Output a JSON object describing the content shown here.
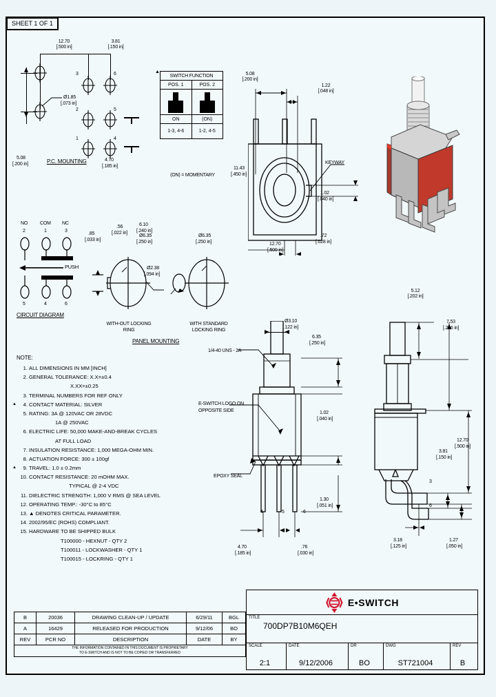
{
  "sheet": {
    "tag": "SHEET 1 OF 1"
  },
  "pc_mounting": {
    "caption": "P.C. MOUNTING",
    "dims": [
      {
        "mm": "12.70",
        "inch": "[.500 in]"
      },
      {
        "mm": "3.81",
        "inch": "[.150 in]"
      },
      {
        "mm": "5.08",
        "inch": "[.200 in]"
      },
      {
        "mm": "4.70",
        "inch": "[.185 in]"
      },
      {
        "mm": "Ø1.85",
        "inch": "[.073 in]"
      }
    ],
    "terminals": [
      "3",
      "6",
      "2",
      "5",
      "1",
      "4"
    ]
  },
  "switch_function": {
    "title": "SWITCH FUNCTION",
    "columns": [
      "POS. 1",
      "POS. 2"
    ],
    "states": [
      "ON",
      "(ON)"
    ],
    "circuits": [
      "1-3, 4-6",
      "1-2, 4-5"
    ],
    "footnote": "(ON) = MOMENTARY"
  },
  "circuit_diagram": {
    "caption": "CIRCUIT DIAGRAM",
    "top_labels": [
      "NO",
      "COM",
      "NC"
    ],
    "top_terminals": [
      "2",
      "1",
      "3"
    ],
    "bottom_terminals": [
      "5",
      "4",
      "6"
    ],
    "action": "PUSH"
  },
  "panel_mounting": {
    "caption": "PANEL MOUNTING",
    "left_label": "WITH-OUT LOCKING\nRING",
    "right_label": "WITH STANDARD\nLOCKING RING",
    "dims": [
      {
        "mm": ".85",
        "inch": "[.033 in]"
      },
      {
        "mm": ".56",
        "inch": "[.022 in]"
      },
      {
        "mm": "Ø6.35",
        "inch": "[.250 in]"
      },
      {
        "mm": "Ø2.38",
        "inch": "[.094 in]"
      },
      {
        "mm": "6.10",
        "inch": "[.240 in]"
      },
      {
        "mm": "Ø6.35",
        "inch": "[.250 in]"
      }
    ]
  },
  "top_view": {
    "keyway_label": "KEYWAY",
    "dims": [
      {
        "mm": "5.08",
        "inch": "[.200 in]"
      },
      {
        "mm": "1.22",
        "inch": "[.048 in]"
      },
      {
        "mm": "11.43",
        "inch": "[.450 in]"
      },
      {
        "mm": "1.02",
        "inch": "[.040 in]"
      },
      {
        "mm": ".72",
        "inch": "[.028 in]"
      },
      {
        "mm": "12.70",
        "inch": "[.500 in]"
      }
    ]
  },
  "front_view": {
    "thread_label": "1/4-40 UNS - 2A",
    "logo_note": "E-SWITCH LOGO ON\nOPPOSITE SIDE",
    "epoxy_label": "EPOXY SEAL",
    "terminals": [
      "4",
      "5",
      "6"
    ],
    "dims": [
      {
        "mm": "Ø3.10",
        "inch": "[.122 in]"
      },
      {
        "mm": "6.35",
        "inch": "[.250 in]"
      },
      {
        "mm": "1.02",
        "inch": "[.040 in]"
      },
      {
        "mm": "1.30",
        "inch": "[.051 in]"
      },
      {
        "mm": "4.70",
        "inch": "[.185 in]"
      },
      {
        "mm": ".76",
        "inch": "[.030 in]"
      }
    ]
  },
  "side_view": {
    "terminals": [
      "3",
      "6"
    ],
    "dims": [
      {
        "mm": "5.12",
        "inch": "[.202 in]"
      },
      {
        "mm": "7.53",
        "inch": "[.296 in]"
      },
      {
        "mm": "12.70",
        "inch": "[.500 in]"
      },
      {
        "mm": "3.81",
        "inch": "[.150 in]"
      },
      {
        "mm": "3.18",
        "inch": "[.125 in]"
      },
      {
        "mm": "1.27",
        "inch": "[.050 in]"
      }
    ]
  },
  "notes": {
    "heading": "NOTE:",
    "items": [
      {
        "n": "1.",
        "text": "ALL DIMENSIONS IN MM [INCH]",
        "critical": false
      },
      {
        "n": "2.",
        "text": "GENERAL TOLERANCE: X.X=±0.4",
        "critical": false
      },
      {
        "n": "",
        "text": "X.XX=±0.25",
        "critical": false,
        "indent": 60
      },
      {
        "n": "3.",
        "text": "TERMINAL NUMBERS FOR REF ONLY",
        "critical": false
      },
      {
        "n": "4.",
        "text": "CONTACT MATERIAL: SILVER",
        "critical": true
      },
      {
        "n": "5.",
        "text": "RATING: 3A @ 120VAC OR 28VDC",
        "critical": false
      },
      {
        "n": "",
        "text": "1A @ 250VAC",
        "critical": false,
        "indent": 38
      },
      {
        "n": "6.",
        "text": "ELECTRIC LIFE: 50,000 MAKE-AND-BREAK CYCLES",
        "critical": false
      },
      {
        "n": "",
        "text": "AT FULL LOAD",
        "critical": false,
        "indent": 38
      },
      {
        "n": "7.",
        "text": "INSULATION RESISTANCE: 1,000 MEGA-OHM MIN.",
        "critical": false
      },
      {
        "n": "8.",
        "text": "ACTUATION FORCE: 300 ± 100gf",
        "critical": false
      },
      {
        "n": "9.",
        "text": "TRAVEL: 1.0 ± 0.2mm",
        "critical": true
      },
      {
        "n": "10.",
        "text": "CONTACT RESISTANCE: 20 mOHM MAX.",
        "critical": false
      },
      {
        "n": "",
        "text": "TYPICAL @ 2-4 VDC",
        "critical": false,
        "indent": 58
      },
      {
        "n": "11.",
        "text": "DIELECTRIC STRENGTH: 1,000 V RMS @ SEA LEVEL",
        "critical": false
      },
      {
        "n": "12.",
        "text": "OPERATING TEMP.: -30°C to 85°C",
        "critical": false
      },
      {
        "n": "13.",
        "text": "▲ DENOTES CRITICAL PARAMETER.",
        "critical": false
      },
      {
        "n": "14.",
        "text": "2002/95/EC (ROHS) COMPLIANT.",
        "critical": false
      },
      {
        "n": "15.",
        "text": "HARDWARE TO BE SHIPPED BULK",
        "critical": false
      },
      {
        "n": "",
        "text": "T100000 - HEXNUT - QTY 2",
        "critical": false,
        "indent": 46
      },
      {
        "n": "",
        "text": "T100011 - LOCKWASHER - QTY 1",
        "critical": false,
        "indent": 46
      },
      {
        "n": "",
        "text": "T100015 - LOCKRING - QTY 1",
        "critical": false,
        "indent": 46
      }
    ]
  },
  "revision_table": {
    "headers": [
      "REV",
      "PCR NO",
      "DESCRIPTION",
      "DATE",
      "BY"
    ],
    "rows": [
      {
        "rev": "B",
        "pcr": "20036",
        "description": "DRAWING CLEAN-UP / UPDATE",
        "date": "6/29/11",
        "by": "BGL"
      },
      {
        "rev": "A",
        "pcr": "16429",
        "description": "RELEASED FOR PRODUCTION",
        "date": "9/12/06",
        "by": "BO"
      }
    ],
    "proprietary_line1": "THE INFORMATION CONTAINED IN THIS DOCUMENT IS PROPRIETARY",
    "proprietary_line2": "TO E-SWITCH AND IS NOT TO BE COPIED OR TRANSFERRED"
  },
  "title_block": {
    "company": "E•SWITCH",
    "title_caption": "TITLE",
    "title_value": "700DP7B10M6QEH",
    "fields": [
      {
        "caption": "SCALE",
        "value": "2:1"
      },
      {
        "caption": "DATE",
        "value": "9/12/2006"
      },
      {
        "caption": "DR",
        "value": "BO"
      },
      {
        "caption": "DWG",
        "value": "ST721004"
      },
      {
        "caption": "REV",
        "value": "B"
      }
    ]
  },
  "colors": {
    "brand_red": "#d2142f",
    "body_red": "#c0392b",
    "metal": "#c8c8c8",
    "background": "#eef5f8"
  }
}
